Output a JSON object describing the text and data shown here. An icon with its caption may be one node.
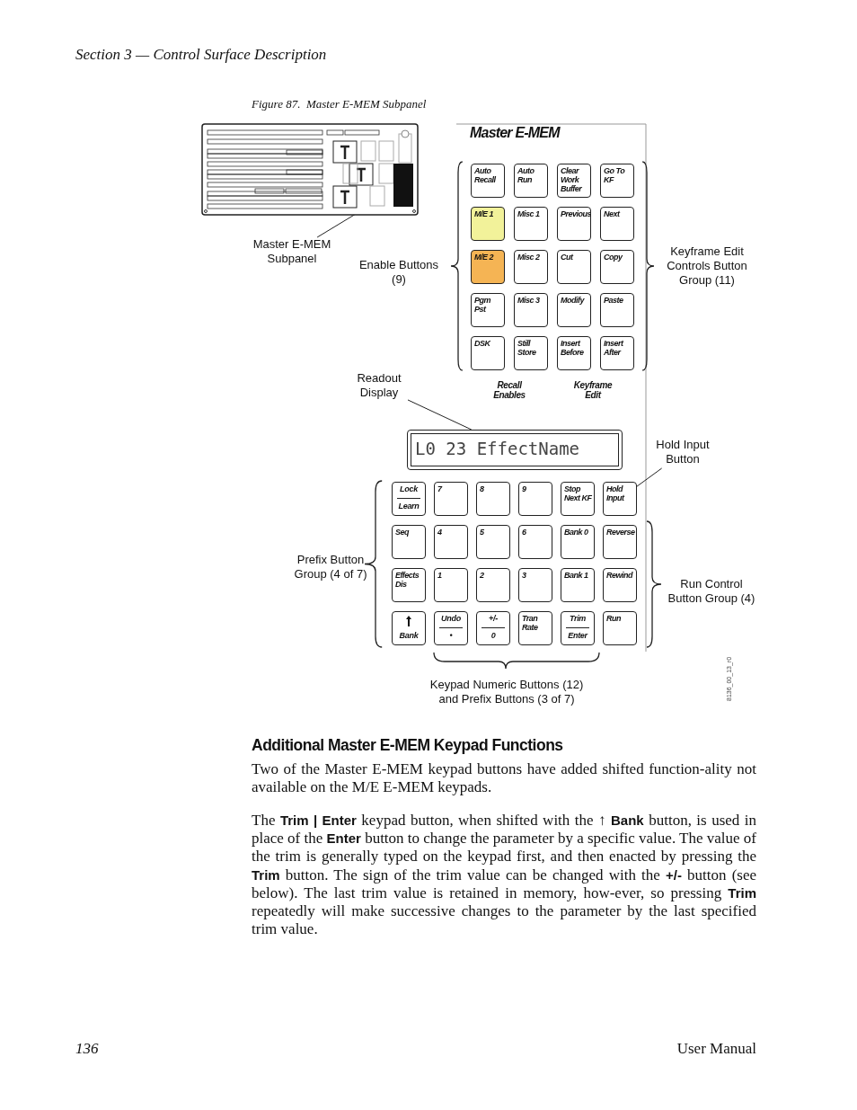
{
  "diagram": {
    "caption": "Figure 87.  Master E-MEM Subpanel",
    "nodes": [
      {
        "text": [],
        "shape": "picture"
      },
      {
        "text": [],
        "shape": "box",
        "in": 0
      },
      {
        "text": [
          "Master E-MEM Subpanel"
        ]
      },
      {
        "text": [
          "Readout Display"
        ]
      },
      {
        "text": [
          "L0 23 EffectName"
        ]
      },
      {
        "text": [
          "Hold Input Button"
        ]
      },
      {
        "text": [
          "Auto Recall"
        ]
      },
      {
        "text": [
          "Auto Run"
        ]
      },
      {
        "text": [
          "Clear Work Buffer"
        ]
      },
      {
        "text": [
          "Go To KF"
        ]
      },
      {
        "text": [
          "M/E 1"
        ]
      },
      {
        "text": [
          "Misc 1"
        ]
      },
      {
        "text": [
          "Previous"
        ]
      },
      {
        "text": [
          "Next"
        ]
      },
      {
        "text": [
          "M/E 2"
        ]
      },
      {
        "text": [
          "Misc 2"
        ]
      },
      {
        "text": [
          "Cut"
        ]
      },
      {
        "text": [
          "Copy"
        ]
      },
      {
        "text": [
          "Pgm Pst"
        ]
      },
      {
        "text": [
          "Misc 3"
        ]
      },
      {
        "text": [
          "Modify"
        ]
      },
      {
        "text": [
          "Paste"
        ]
      },
      {
        "text": [
          "DSK"
        ]
      },
      {
        "text": [
          "Still Store"
        ]
      },
      {
        "text": [
          "Insert Before"
        ]
      },
      {
        "text": [
          "Insert After"
        ]
      },
      {
        "text": [
          "Lock",
          "Learn"
        ]
      },
      {
        "text": [
          "7"
        ]
      },
      {
        "text": [
          "8"
        ]
      },
      {
        "text": [
          "9"
        ]
      },
      {
        "text": [
          "Stop Next KF"
        ]
      },
      {
        "text": [
          "Hold Input"
        ]
      },
      {
        "text": [
          "Seq"
        ]
      },
      {
        "text": [
          "4"
        ]
      },
      {
        "text": [
          "5"
        ]
      },
      {
        "text": [
          "6"
        ]
      },
      {
        "text": [
          "Bank 0"
        ]
      },
      {
        "text": [
          "Reverse"
        ]
      },
      {
        "text": [
          "Effects Dis"
        ]
      },
      {
        "text": [
          "1"
        ]
      },
      {
        "text": [
          "2"
        ]
      },
      {
        "text": [
          "3"
        ]
      },
      {
        "text": [
          "Bank 1"
        ]
      },
      {
        "text": [
          "Rewind"
        ]
      },
      {
        "text": [
          "Bank"
        ]
      },
      {
        "text": [
          "Undo",
          "•"
        ]
      },
      {
        "text": [
          "+/-",
          "0"
        ]
      },
      {
        "text": [
          "Tran Rate"
        ]
      },
      {
        "text": [
          "Trim",
          "Enter"
        ]
      },
      {
        "text": [
          "Run"
        ]
      }
    ],
    "edges": [
      {
        "from": 2,
        "to": 1,
        "arrow": "none"
      },
      {
        "from": 3,
        "to": 4,
        "arrow": "none"
      },
      {
        "from": 5,
        "to": 31,
        "arrow": "none"
      }
    ],
    "labels": [
      "Section 3 — Control Surface Description",
      "Master E-MEM",
      "Enable Buttons (9)",
      "Keyframe Edit Controls Button Group (11)",
      "Recall Enables",
      "Keyframe Edit",
      "Prefix Button Group (4 of 7)",
      "Run Control Button Group (4)",
      "Keypad Numeric Buttons (12) and Prefix Buttons (3 of 7)",
      "8136_00_13_r0",
      "Additional Master E-MEM Keypad Functions",
      "Two of the Master E-MEM keypad buttons have added shifted function-ality not available on the M/E E-MEM keypads.",
      "The **Trim | Enter** keypad button, when shifted with the ↑ **Bank** button, is used in place of the **Enter** button to change the parameter by a specific value. The value of the trim is generally typed on the keypad first, and then enacted by pressing the **Trim** button. The sign of the trim value can be changed with the **+/-** button (see below). The last trim value is retained in memory, how-ever, so pressing **Trim** repeatedly will make successive changes to the parameter by the last specified trim value.",
      "136",
      "User Manual"
    ]
  }
}
